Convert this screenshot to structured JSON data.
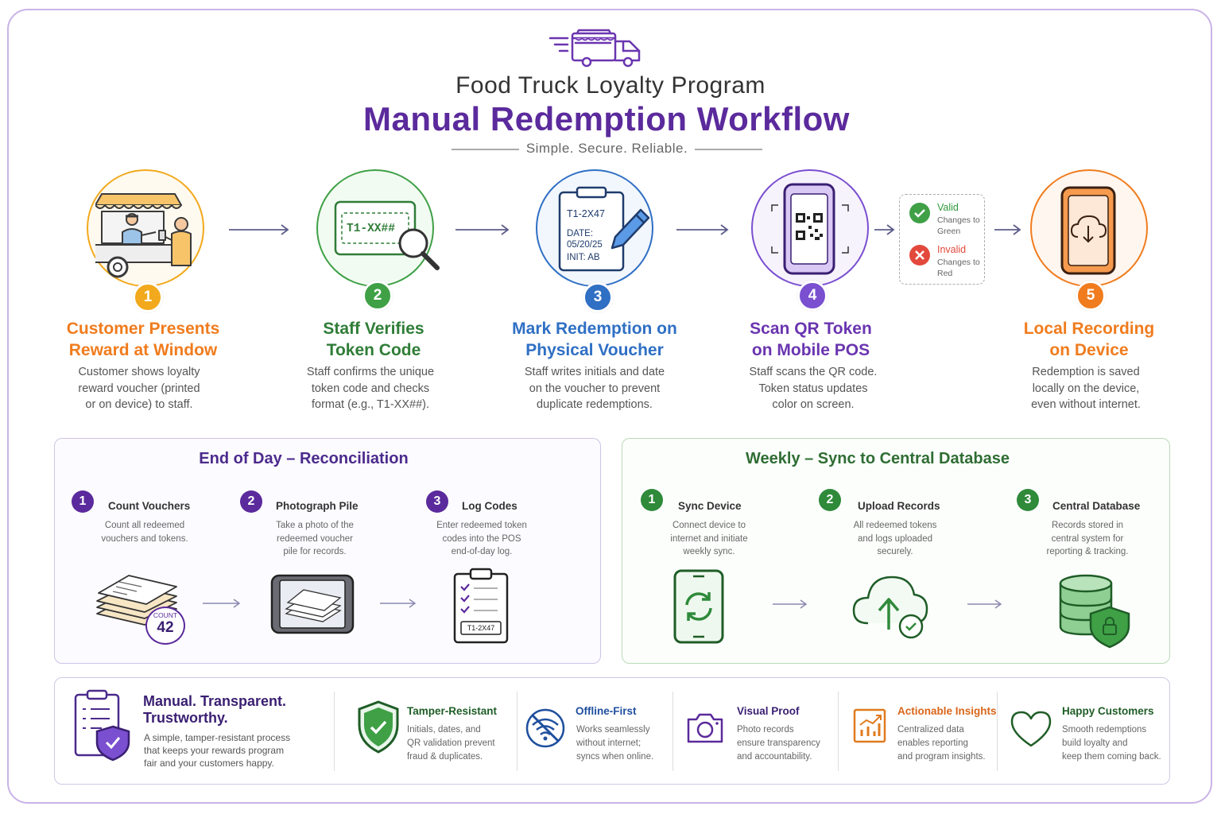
{
  "header": {
    "subtitle": "Food Truck Loyalty Program",
    "title": "Manual Redemption Workflow",
    "tagline": "Simple. Secure. Reliable."
  },
  "colors": {
    "purple": "#5b2a9c",
    "orange": "#f07c1e",
    "yellow": "#f2a91d",
    "green": "#3fa046",
    "darkgreen": "#2f7d37",
    "blue": "#2f6fc4",
    "violet": "#7a4fd0",
    "red": "#e2493c"
  },
  "steps": [
    {
      "number": "1",
      "title_line1": "Customer Presents",
      "title_line2": "Reward at Window",
      "desc_line1": "Customer shows loyalty",
      "desc_line2": "reward voucher (printed",
      "desc_line3": "or on device) to staff."
    },
    {
      "number": "2",
      "title_line1": "Staff Verifies",
      "title_line2": "Token Code",
      "desc_line1": "Staff confirms the unique",
      "desc_line2": "token code and checks",
      "desc_line3": "format (e.g., T1-XX##).",
      "icon_text": "T1-XX##"
    },
    {
      "number": "3",
      "title_line1": "Mark Redemption on",
      "title_line2": "Physical Voucher",
      "desc_line1": "Staff writes initials and date",
      "desc_line2": "on the voucher to prevent",
      "desc_line3": "duplicate redemptions.",
      "voucher_code": "T1-2X47",
      "voucher_date_label": "DATE:",
      "voucher_date": "05/20/25",
      "voucher_init": "INIT: AB"
    },
    {
      "number": "4",
      "title_line1": "Scan QR Token",
      "title_line2": "on Mobile POS",
      "desc_line1": "Staff scans the QR code.",
      "desc_line2": "Token status updates",
      "desc_line3": "color on screen."
    },
    {
      "number": "5",
      "title_line1": "Local Recording",
      "title_line2": "on Device",
      "desc_line1": "Redemption is saved",
      "desc_line2": "locally on the device,",
      "desc_line3": "even without internet."
    }
  ],
  "status_box": {
    "valid_label": "Valid",
    "valid_line1": "Changes to",
    "valid_line2": "Green",
    "invalid_label": "Invalid",
    "invalid_line1": "Changes to",
    "invalid_line2": "Red"
  },
  "reconciliation": {
    "title": "End of Day – Reconciliation",
    "items": [
      {
        "number": "1",
        "title": "Count Vouchers",
        "desc_line1": "Count all redeemed",
        "desc_line2": "vouchers and tokens.",
        "desc_line3": ""
      },
      {
        "number": "2",
        "title": "Photograph Pile",
        "desc_line1": "Take a photo of the",
        "desc_line2": "redeemed voucher",
        "desc_line3": "pile for records."
      },
      {
        "number": "3",
        "title": "Log Codes",
        "desc_line1": "Enter redeemed token",
        "desc_line2": "codes into the POS",
        "desc_line3": "end-of-day log."
      }
    ],
    "count_label": "COUNT",
    "count_value": "42",
    "log_code": "T1-2X47"
  },
  "sync": {
    "title": "Weekly – Sync to Central Database",
    "items": [
      {
        "number": "1",
        "title": "Sync Device",
        "desc_line1": "Connect device to",
        "desc_line2": "internet and initiate",
        "desc_line3": "weekly sync."
      },
      {
        "number": "2",
        "title": "Upload Records",
        "desc_line1": "All redeemed tokens",
        "desc_line2": "and logs uploaded",
        "desc_line3": "securely."
      },
      {
        "number": "3",
        "title": "Central Database",
        "desc_line1": "Records stored in",
        "desc_line2": "central system for",
        "desc_line3": "reporting & tracking."
      }
    ]
  },
  "footer": {
    "main_title_line1": "Manual. Transparent.",
    "main_title_line2": "Trustworthy.",
    "main_desc_line1": "A simple, tamper-resistant process",
    "main_desc_line2": "that keeps your rewards program",
    "main_desc_line3": "fair and your customers happy.",
    "features": [
      {
        "title": "Tamper-Resistant",
        "line1": "Initials, dates, and",
        "line2": "QR validation prevent",
        "line3": "fraud & duplicates.",
        "icon": "shield-check-icon"
      },
      {
        "title": "Offline-First",
        "line1": "Works seamlessly",
        "line2": "without internet;",
        "line3": "syncs when online.",
        "icon": "wifi-off-icon"
      },
      {
        "title": "Visual Proof",
        "line1": "Photo records",
        "line2": "ensure transparency",
        "line3": "and accountability.",
        "icon": "camera-icon"
      },
      {
        "title": "Actionable Insights",
        "line1": "Centralized data",
        "line2": "enables reporting",
        "line3": "and program insights.",
        "icon": "chart-icon"
      },
      {
        "title": "Happy Customers",
        "line1": "Smooth redemptions",
        "line2": "build loyalty and",
        "line3": "keep them coming back.",
        "icon": "heart-icon"
      }
    ]
  }
}
